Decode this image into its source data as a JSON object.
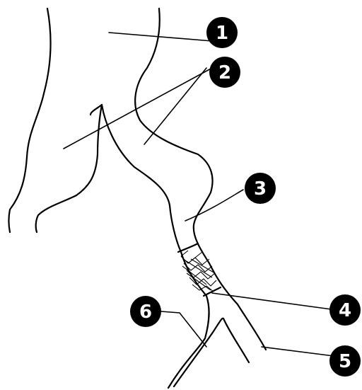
{
  "callouts": [
    {
      "id": "1",
      "label": "1"
    },
    {
      "id": "2",
      "label": "2"
    },
    {
      "id": "3",
      "label": "3"
    },
    {
      "id": "4",
      "label": "4"
    },
    {
      "id": "5",
      "label": "5"
    },
    {
      "id": "6",
      "label": "6"
    }
  ],
  "colors": {
    "stroke": "#000000",
    "background": "#ffffff",
    "badge_fill": "#000000",
    "badge_text": "#ffffff"
  }
}
